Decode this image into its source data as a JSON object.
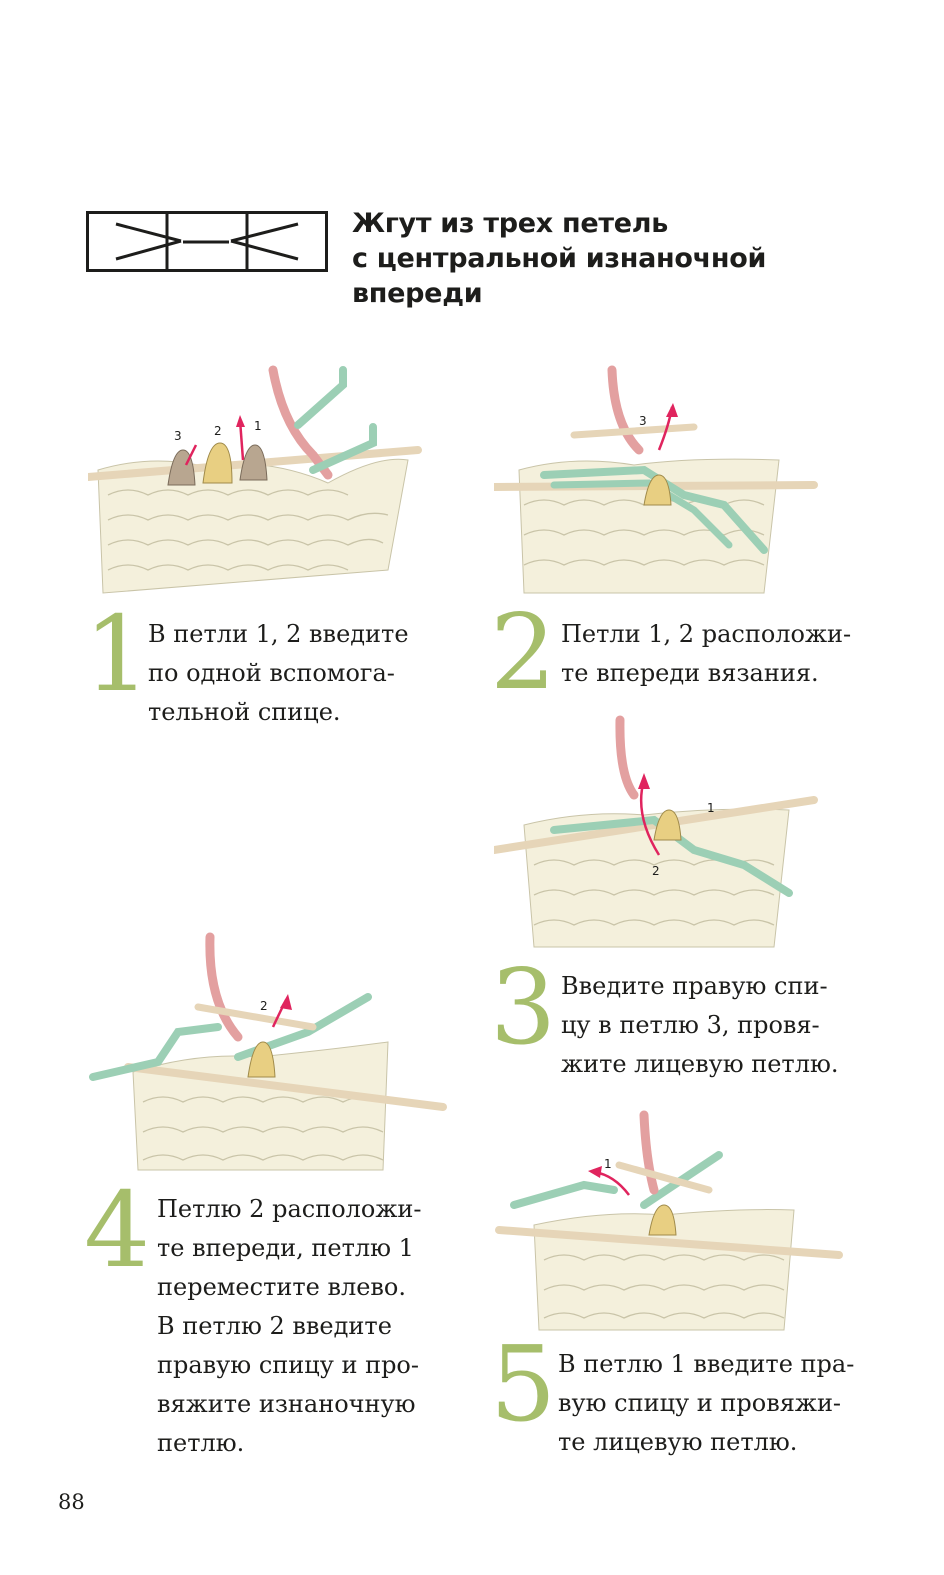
{
  "title": {
    "lines": [
      "Жгут из трех петель",
      "с центральной изнаночной",
      "впереди"
    ]
  },
  "symbol_icon": "cable-chart-symbol-icon",
  "colors": {
    "step_number": "#a6be6b",
    "needle_green": "#9ccfb5",
    "yarn_pink": "#e3a0a0",
    "arrow_red": "#e0245e",
    "stitch_taupe": "#b8a690",
    "stitch_yellow": "#e8cf82",
    "fabric": "#f4f0dc"
  },
  "steps": [
    {
      "number": "1",
      "lines": [
        "В петли 1, 2 введите",
        "по одной вспомога-",
        "тельной спице."
      ],
      "labels": [
        "3",
        "2",
        "1"
      ]
    },
    {
      "number": "2",
      "lines": [
        "Петли 1, 2 расположи-",
        "те впереди вязания."
      ],
      "labels": [
        "3"
      ]
    },
    {
      "number": "3",
      "lines": [
        "Введите правую спи-",
        "цу в петлю 3, провя-",
        "жите лицевую петлю."
      ],
      "labels": [
        "2",
        "1"
      ]
    },
    {
      "number": "4",
      "lines": [
        "Петлю 2 расположи-",
        "те впереди, петлю 1",
        "переместите влево.",
        "В петлю 2 введите",
        "правую спицу и про-",
        "вяжите изнаночную",
        "петлю."
      ],
      "labels": [
        "2"
      ]
    },
    {
      "number": "5",
      "lines": [
        "В петлю 1 введите пра-",
        "вую спицу и провяжи-",
        "те лицевую петлю."
      ],
      "labels": [
        "1"
      ]
    }
  ],
  "page_number": "88"
}
